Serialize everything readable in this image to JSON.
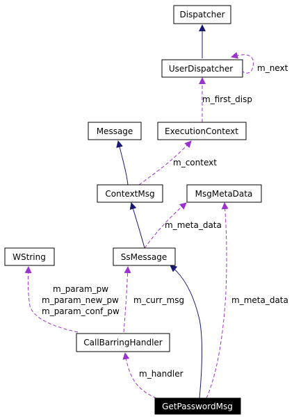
{
  "colors": {
    "inheritance": "#191970",
    "usage": "#9a32cd",
    "highlight_fill": "#000000",
    "highlight_text": "#ffffff"
  },
  "nodes": {
    "dispatcher": "Dispatcher",
    "user_dispatcher": "UserDispatcher",
    "message": "Message",
    "execution_context": "ExecutionContext",
    "context_msg": "ContextMsg",
    "msg_meta_data": "MsgMetaData",
    "wstring": "WString",
    "ss_message": "SsMessage",
    "call_barring_handler": "CallBarringHandler",
    "get_password_msg": "GetPasswordMsg"
  },
  "edge_labels": {
    "m_next": "m_next",
    "m_first_disp": "m_first_disp",
    "m_context": "m_context",
    "m_meta_data_ss": "m_meta_data",
    "m_param_pw": "m_param_pw",
    "m_param_new_pw": "m_param_new_pw",
    "m_param_conf_pw": "m_param_conf_pw",
    "m_curr_msg": "m_curr_msg",
    "m_meta_data_get": "m_meta_data",
    "m_handler": "m_handler"
  }
}
